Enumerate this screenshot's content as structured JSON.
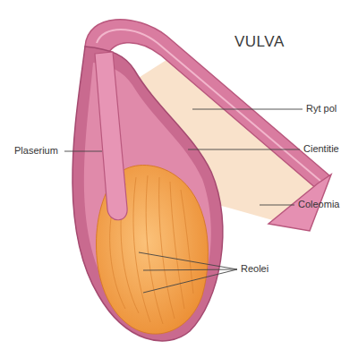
{
  "diagram": {
    "title": "VULVA",
    "labels": [
      "Ryt pol",
      "Cientitie",
      "Plaserium",
      "Coleomia",
      "Reolei"
    ]
  }
}
